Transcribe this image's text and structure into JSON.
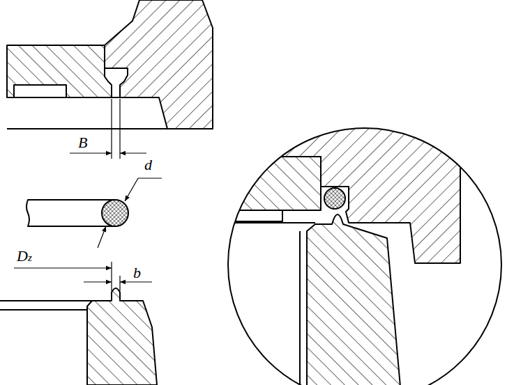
{
  "diagram": {
    "labels": [
      "B",
      "d",
      "Dz",
      "b"
    ]
  }
}
